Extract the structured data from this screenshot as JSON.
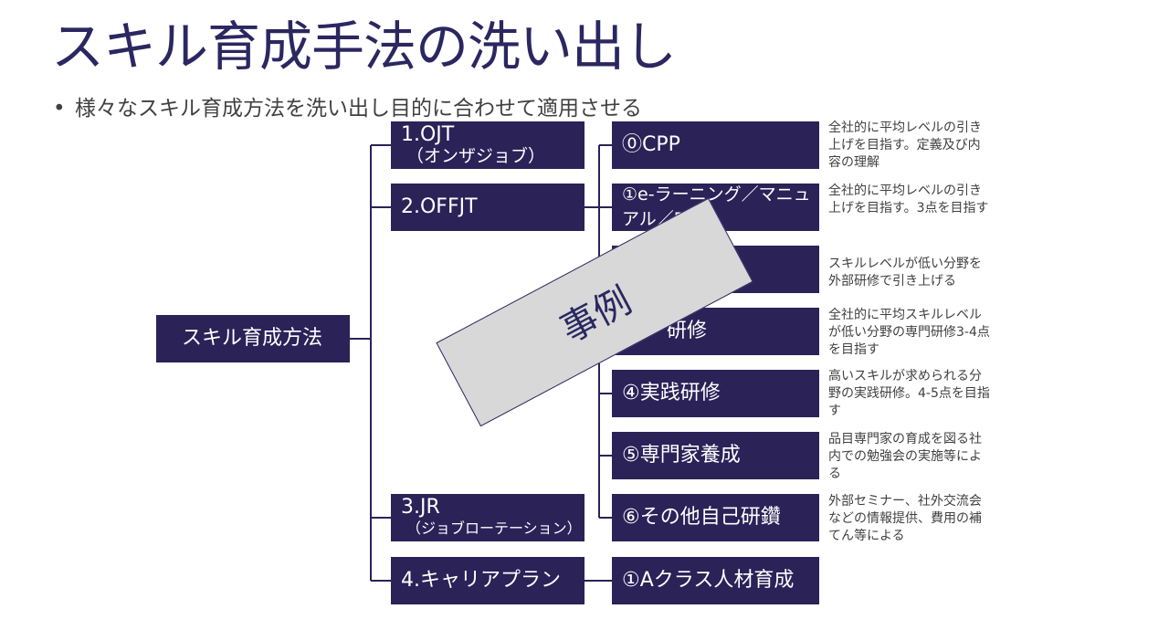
{
  "title": "スキル育成手法の洗い出し",
  "bullet": "様々なスキル育成方法を洗い出し目的に合わせて適用させる",
  "root": "スキル育成方法",
  "level1": [
    {
      "main": "1.OJT",
      "sub": "（オンザジョブ）"
    },
    {
      "main": "2.OFFJT"
    },
    {
      "main": "3.JR",
      "sub": "（ジョブローテーション）"
    },
    {
      "main": "4.キャリアプラン"
    }
  ],
  "level2": [
    {
      "label": "⓪CPP",
      "desc": "全社的に平均レベルの引き上げを目指す。定義及び内容の理解"
    },
    {
      "label": "①e-ラーニング／マニュアル／DV",
      "desc": "全社的に平均レベルの引き上げを目指す。3点を目指す"
    },
    {
      "label": "",
      "desc": "スキルレベルが低い分野を外部研修で引き上げる"
    },
    {
      "label": "研修",
      "desc": "全社的に平均スキルレベルが低い分野の専門研修3-4点を目指す"
    },
    {
      "label": "④実践研修",
      "desc": "高いスキルが求められる分野の実践研修。4-5点を目指す"
    },
    {
      "label": "⑤専門家養成",
      "desc": "品目専門家の育成を図る社内での勉強会の実施等による"
    },
    {
      "label": "⑥その他自己研鑽",
      "desc": "外部セミナー、社外交流会などの情報提供、費用の補てん等による"
    },
    {
      "label": "①Aクラス人材育成"
    }
  ],
  "overlay": "事例",
  "colors": {
    "box": "#2b2258",
    "title": "#2b2760",
    "overlay_bg": "#d8d8d8"
  }
}
